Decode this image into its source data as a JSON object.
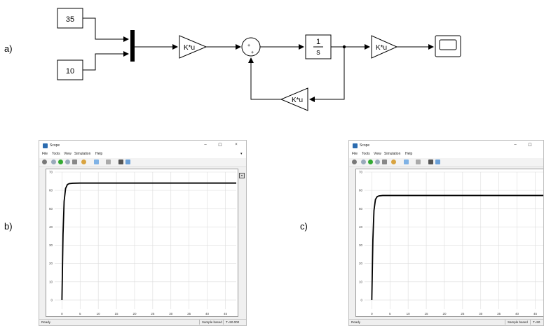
{
  "labels": {
    "a": "a)",
    "b": "b)",
    "c": "c)"
  },
  "diagram": {
    "const_top": "35",
    "const_bottom": "10",
    "gain1": "K*u",
    "sum_sign_top": "+",
    "sum_sign_bottom": "+",
    "integrator_num": "1",
    "integrator_den": "s",
    "gain2": "K*u",
    "gain_feedback": "K*u"
  },
  "scopes": [
    {
      "title": "Scope",
      "win_min": "–",
      "win_max": "☐",
      "win_close": "×",
      "menu": [
        "File",
        "Tools",
        "View",
        "Simulation",
        "Help"
      ],
      "status_left": "Ready",
      "status_mid": "Sample based",
      "status_right": "T=50.000"
    },
    {
      "title": "Scope",
      "win_min": "–",
      "win_max": "☐",
      "win_close": "×",
      "menu": [
        "File",
        "Tools",
        "View",
        "Simulation",
        "Help"
      ],
      "status_left": "Ready",
      "status_mid": "Sample based",
      "status_right": "T=50"
    }
  ],
  "chart_data": [
    {
      "type": "line",
      "x": [
        0,
        0.3,
        0.6,
        1,
        1.5,
        2,
        3,
        5,
        10,
        20,
        30,
        40,
        48
      ],
      "series": [
        {
          "values": [
            0,
            36,
            54,
            61,
            63.2,
            63.7,
            63.9,
            64,
            64,
            64,
            64,
            64,
            64
          ]
        }
      ],
      "xlim": [
        -2,
        48
      ],
      "ylim": [
        -5,
        70
      ],
      "xticks": [
        0,
        5,
        10,
        15,
        20,
        25,
        30,
        35,
        40,
        45
      ],
      "yticks": [
        0,
        10,
        20,
        30,
        40,
        50,
        60,
        70
      ],
      "grid": true
    },
    {
      "type": "line",
      "x": [
        0,
        0.3,
        0.6,
        1,
        1.5,
        2,
        3,
        5,
        10,
        20,
        30,
        40,
        48
      ],
      "series": [
        {
          "values": [
            0,
            33,
            49,
            55,
            56.6,
            57,
            57.2,
            57.2,
            57.2,
            57.2,
            57.2,
            57.2,
            57.2
          ]
        }
      ],
      "xlim": [
        -2,
        48
      ],
      "ylim": [
        -5,
        70
      ],
      "xticks": [
        0,
        5,
        10,
        15,
        20,
        25,
        30,
        35,
        40,
        45
      ],
      "yticks": [
        0,
        10,
        20,
        30,
        40,
        50,
        60,
        70
      ],
      "grid": true
    }
  ]
}
